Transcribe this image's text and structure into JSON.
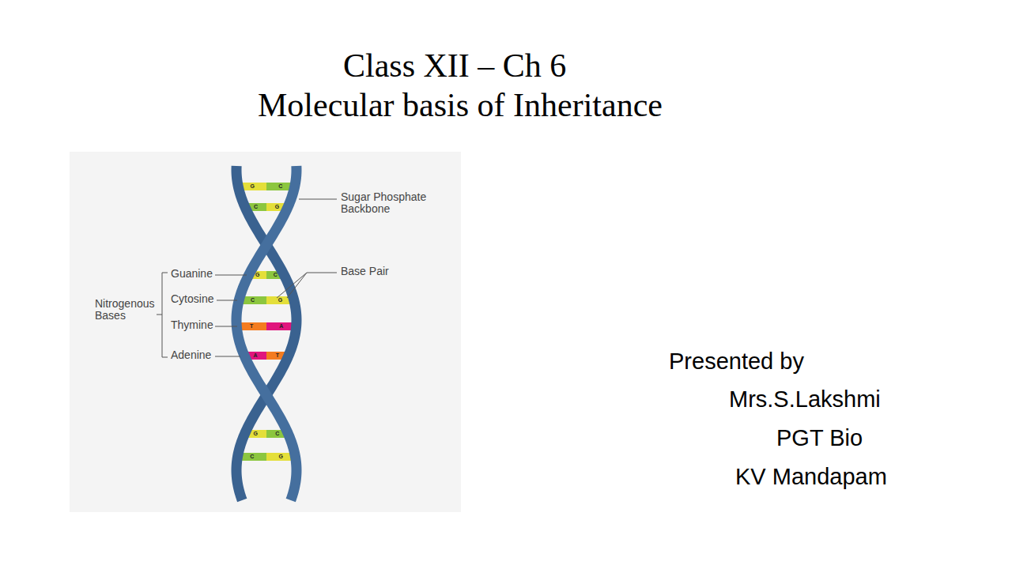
{
  "diagram": {
    "title": "Class XII – Ch 6",
    "labels": [
      "Molecular basis of Inheritance",
      "G",
      "C",
      "C",
      "G",
      "G",
      "C",
      "C",
      "G",
      "T",
      "A",
      "A",
      "T",
      "G",
      "C",
      "C",
      "G",
      "Sugar Phosphate Backbone",
      "Base Pair",
      "Nitrogenous Bases",
      "Guanine",
      "Cytosine",
      "Thymine",
      "Adenine",
      "Presented by",
      "Mrs.S.Lakshmi",
      "PGT Bio",
      "KV Mandapam"
    ]
  }
}
